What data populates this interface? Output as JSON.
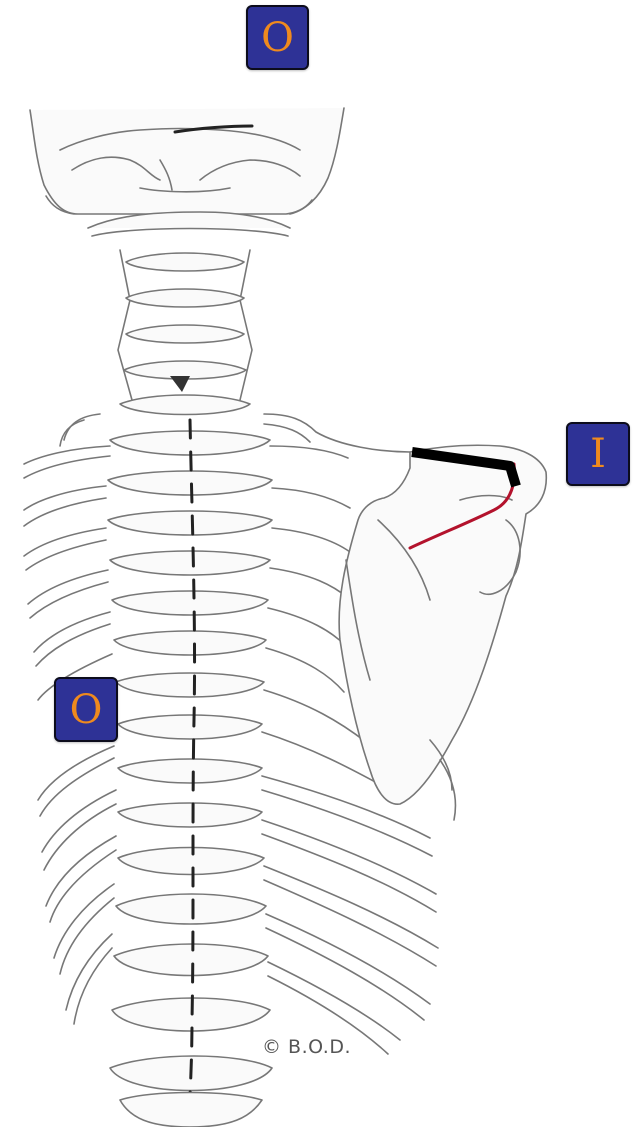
{
  "labels": {
    "origin_top": "O",
    "insertion": "I",
    "origin_left": "O"
  },
  "copyright": "© B.O.D.",
  "colors": {
    "badge_fill": "#2e3296",
    "badge_text": "#ef8a1e",
    "insertion_line": "#b3122c",
    "marker_bar": "#000000",
    "bone_outline": "#6a6a6a"
  }
}
